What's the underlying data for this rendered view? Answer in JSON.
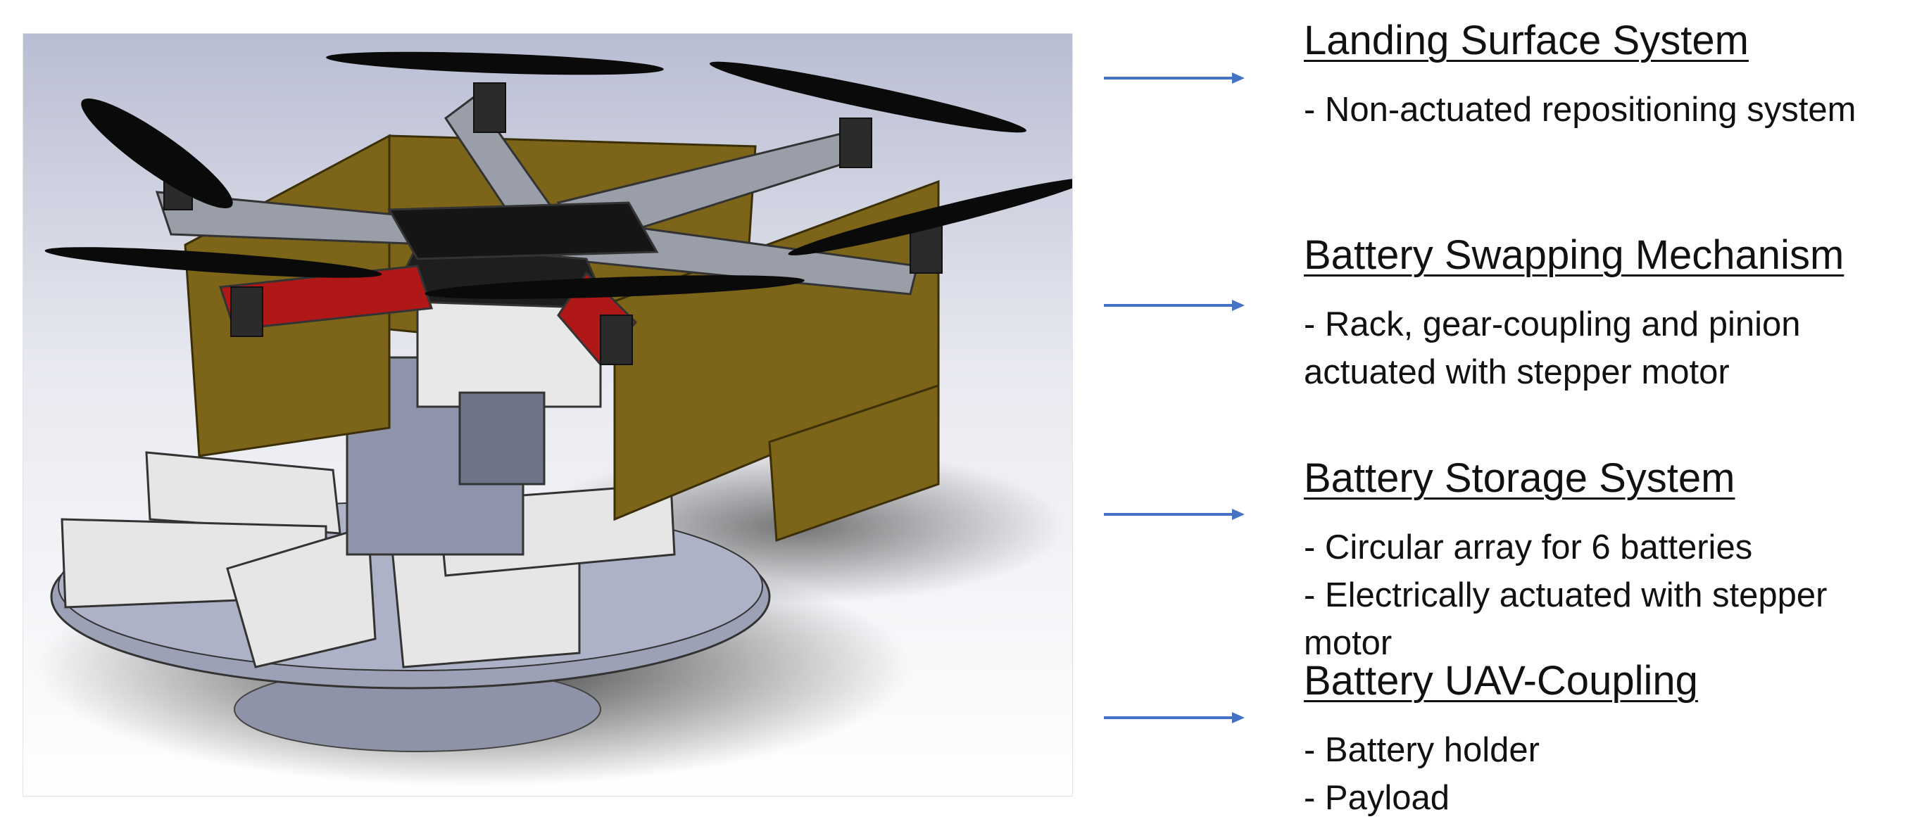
{
  "figure": {
    "description_icon": "drone-docking-station-render"
  },
  "arrow_color": "#4472c4",
  "sections": [
    {
      "heading": "Landing Surface System",
      "lines": [
        "- Non-actuated repositioning system"
      ]
    },
    {
      "heading": "Battery Swapping Mechanism",
      "lines": [
        "- Rack, gear-coupling and pinion actuated with stepper motor"
      ]
    },
    {
      "heading": "Battery Storage System",
      "lines": [
        "- Circular array for 6 batteries",
        "- Electrically actuated with stepper motor"
      ]
    },
    {
      "heading": "Battery UAV-Coupling",
      "lines": [
        "- Battery holder",
        "- Payload"
      ]
    }
  ]
}
